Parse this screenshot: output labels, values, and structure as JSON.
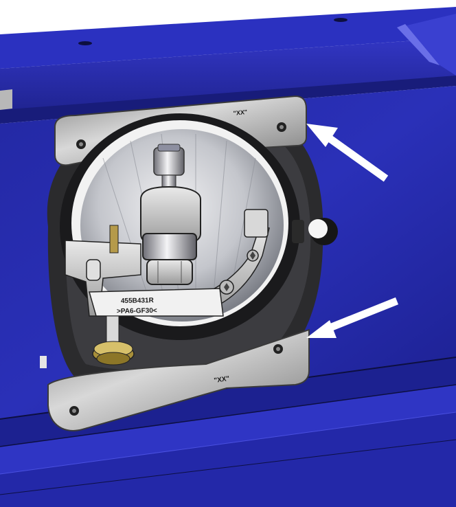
{
  "image": {
    "subject": "CAD render of a headlamp module mounted in a blue panel with two white arrows pointing to the mounting bracket corners",
    "colors": {
      "panel_blue": "#2a2fb5",
      "panel_dark": "#141866",
      "bracket_gray": "#a9a9a9",
      "arrow_white": "#ffffff"
    }
  },
  "markings": {
    "part_number": "455B431R",
    "material": ">PA6-GF30<",
    "bracket_top": "\"XX\"",
    "bracket_bottom": "\"XX\""
  },
  "annotations": {
    "arrow_count": 2,
    "arrow_targets": [
      "upper-right-bracket-corner",
      "lower-right-bracket-corner"
    ]
  }
}
